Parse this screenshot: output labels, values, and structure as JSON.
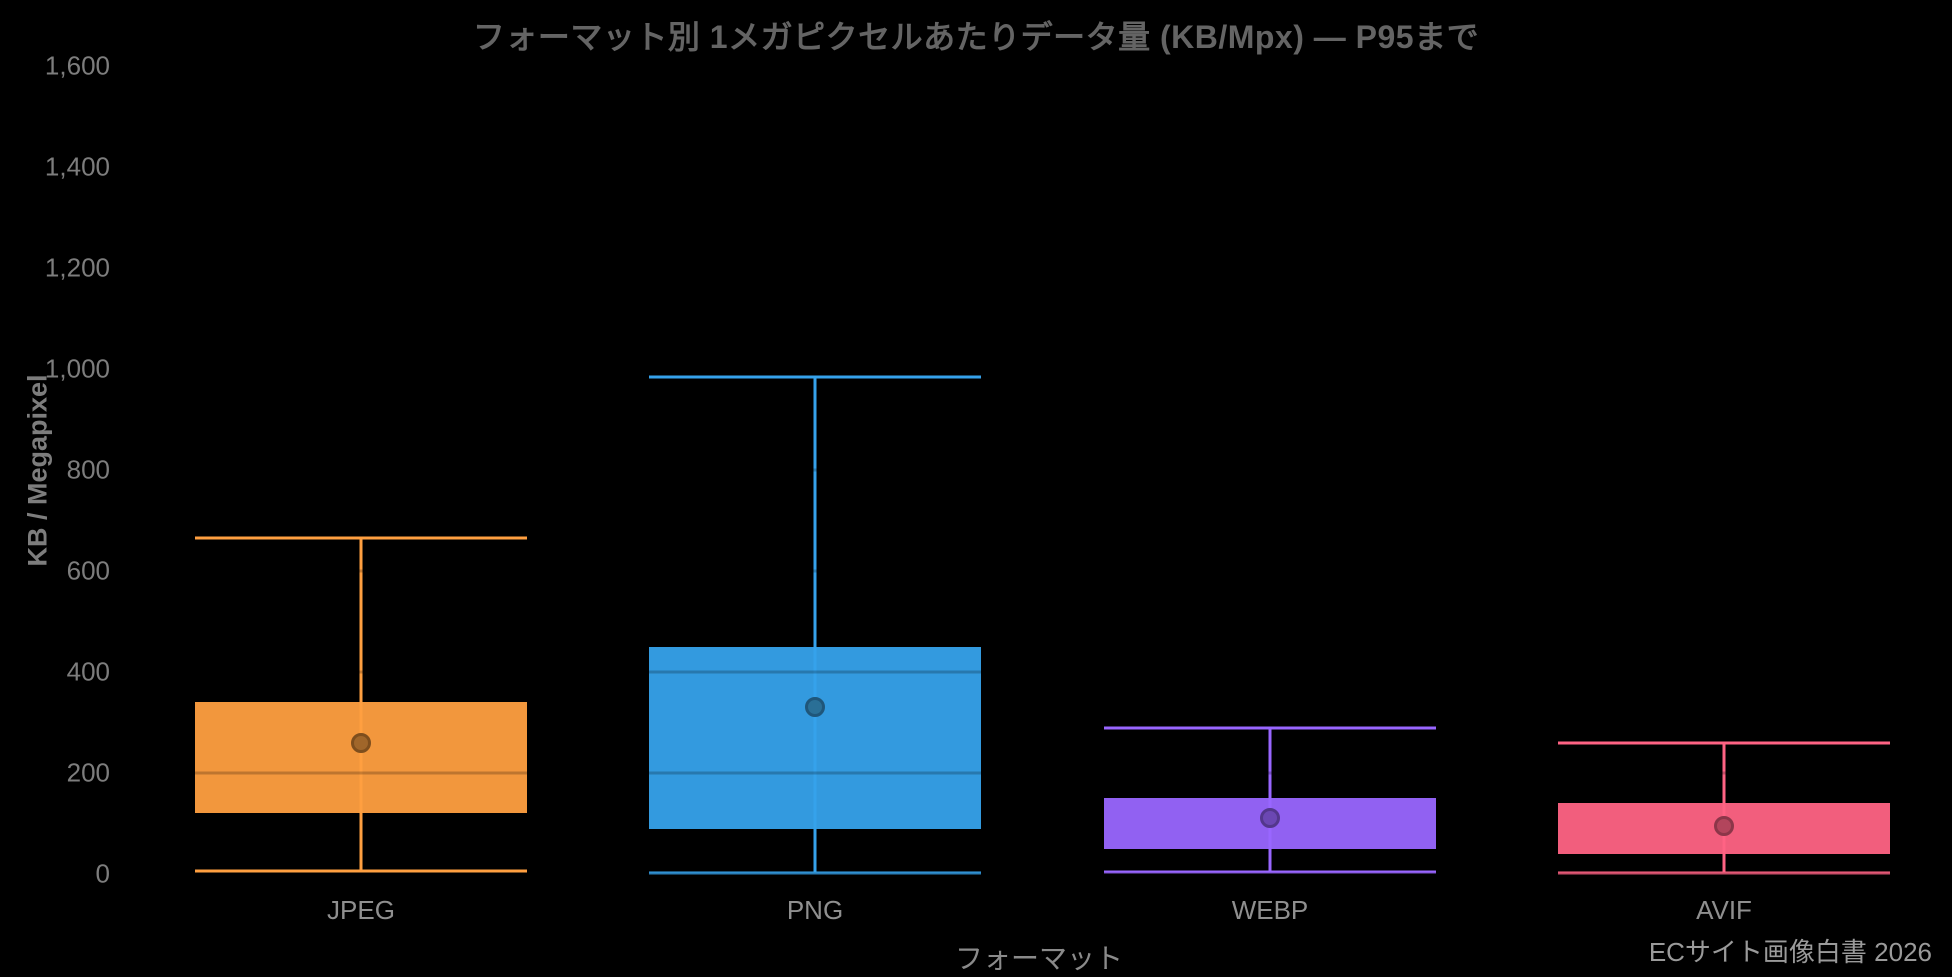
{
  "chart": {
    "title": "フォーマット別 1メガピクセルあたりデータ量 (KB/Mpx) — P95まで",
    "x_axis": {
      "title": "フォーマット"
    },
    "y_axis": {
      "title": "KB / Megapixel"
    },
    "caption": "ECサイト画像白書 2026"
  },
  "chart_data": {
    "type": "box",
    "title": "フォーマット別 1メガピクセルあたりデータ量 (KB/Mpx) — P95まで",
    "xlabel": "フォーマット",
    "ylabel": "KB / Megapixel",
    "caption": "ECサイト画像白書 2026",
    "categories": [
      "JPEG",
      "PNG",
      "WEBP",
      "AVIF"
    ],
    "ylim": [
      0,
      1600
    ],
    "yticks": [
      {
        "value": 0,
        "label": "0"
      },
      {
        "value": 200,
        "label": "200"
      },
      {
        "value": 400,
        "label": "400"
      },
      {
        "value": 600,
        "label": "600"
      },
      {
        "value": 800,
        "label": "800"
      },
      {
        "value": 1000,
        "label": "1,000"
      },
      {
        "value": 1200,
        "label": "1,200"
      },
      {
        "value": 1400,
        "label": "1,400"
      },
      {
        "value": 1600,
        "label": "1,600"
      }
    ],
    "series": [
      {
        "label": "JPEG",
        "color": "#FF9F40",
        "mean_dot_color": "#a0662a",
        "mean_dot_border": "#7e4e1d",
        "min": 5,
        "q1": 120,
        "q3": 340,
        "p95_max": 665,
        "mean": 260
      },
      {
        "label": "PNG",
        "color": "#36A2EB",
        "mean_dot_color": "#2a6f96",
        "mean_dot_border": "#1f567a",
        "min": 2,
        "q1": 90,
        "q3": 450,
        "p95_max": 985,
        "mean": 330
      },
      {
        "label": "WEBP",
        "color": "#9966FF",
        "mean_dot_color": "#6b47b3",
        "mean_dot_border": "#53378c",
        "min": 3,
        "q1": 50,
        "q3": 150,
        "p95_max": 290,
        "mean": 110
      },
      {
        "label": "AVIF",
        "color": "#FF6384",
        "mean_dot_color": "#b2455c",
        "mean_dot_border": "#8c3649",
        "min": 2,
        "q1": 40,
        "q3": 140,
        "p95_max": 260,
        "mean": 95
      }
    ],
    "layout_hints": {
      "background": "#000000",
      "legend": "none",
      "grid": "horizontal gridlines every 200 units, dark overlay drawn above marks (visible only where they cross the boxes/whiskers)",
      "whiskers": "upper whisker = P95, lower whisker = min; caps span full box width",
      "median_lines_visible": false,
      "mean_marker": "filled circle in darker shade of box color"
    }
  }
}
